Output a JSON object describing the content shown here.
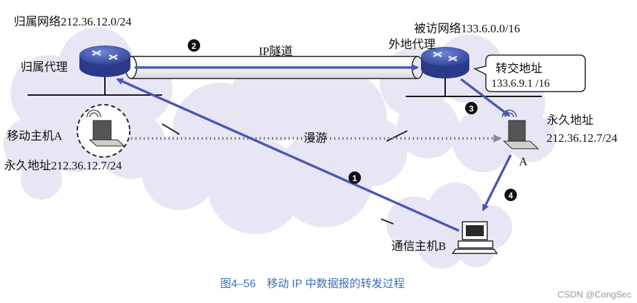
{
  "labels": {
    "home_network": "归属网络212.36.12.0/24",
    "home_agent": "归属代理",
    "ip_tunnel": "IP隧道",
    "visited_network": "被访网络133.6.0.0/16",
    "foreign_agent": "外地代理",
    "care_of_title": "转交地址",
    "care_of_value": "133.6.9.1 /16",
    "mobile_host": "移动主机A",
    "permanent_addr_left": "永久地址212.36.12.7/24",
    "roaming": "漫游",
    "permanent_title_right": "永久地址",
    "permanent_value_right": "212.36.12.7/24",
    "host_a": "A",
    "host_b": "通信主机B"
  },
  "steps": [
    "2",
    "3",
    "1",
    "4"
  ],
  "caption": "图4–56　移动 IP 中数据报的转发过程",
  "watermark": "CSDN @CongSec",
  "colors": {
    "arrow": "#4a56b5",
    "cloud": "#e8e6f4",
    "router": "#3e55b3",
    "caption": "#3a6fc2"
  }
}
